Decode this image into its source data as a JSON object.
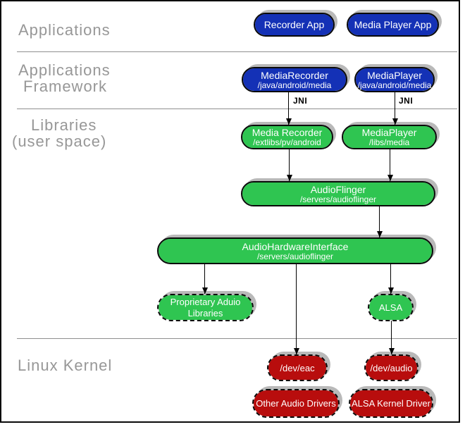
{
  "colors": {
    "app_blue": "#1431b6",
    "library_green": "#2fc551",
    "kernel_red": "#b80d0d",
    "layer_label_gray": "#979797",
    "shadow_gray": "#b9b9b9",
    "border_black": "#0a0a0a"
  },
  "layers": {
    "applications": {
      "label": "Applications"
    },
    "applications_framework": {
      "label_line1": "Applications",
      "label_line2": "Framework"
    },
    "libraries": {
      "label_line1": "Libraries",
      "label_line2": "(user space)"
    },
    "linux_kernel": {
      "label": "Linux Kernel"
    }
  },
  "connectors": {
    "jni": "JNI"
  },
  "nodes": {
    "recorder_app": {
      "title": "Recorder App"
    },
    "media_player_app": {
      "title": "Media Player App"
    },
    "media_recorder_fw": {
      "title": "MediaRecorder",
      "subtitle": "/java/android/media"
    },
    "media_player_fw": {
      "title": "MediaPlayer",
      "subtitle": "/java/android/media"
    },
    "media_recorder_lib": {
      "title": "Media Recorder",
      "subtitle": "/extlibs/pv/android"
    },
    "media_player_lib": {
      "title": "MediaPlayer",
      "subtitle": "/libs/media"
    },
    "audioflinger": {
      "title": "AudioFlinger",
      "subtitle": "/servers/audioflinger"
    },
    "audio_hardware_interface": {
      "title": "AudioHardwareInterface",
      "subtitle": "/servers/audioflinger"
    },
    "proprietary_audio_libraries": {
      "title": "Proprietary Aduio Libraries"
    },
    "alsa": {
      "title": "ALSA"
    },
    "dev_eac": {
      "title": "/dev/eac"
    },
    "dev_audio": {
      "title": "/dev/audio"
    },
    "other_audio_drivers": {
      "title": "Other Audio Drivers"
    },
    "alsa_kernel_driver": {
      "title": "ALSA Kernel Driver"
    }
  }
}
